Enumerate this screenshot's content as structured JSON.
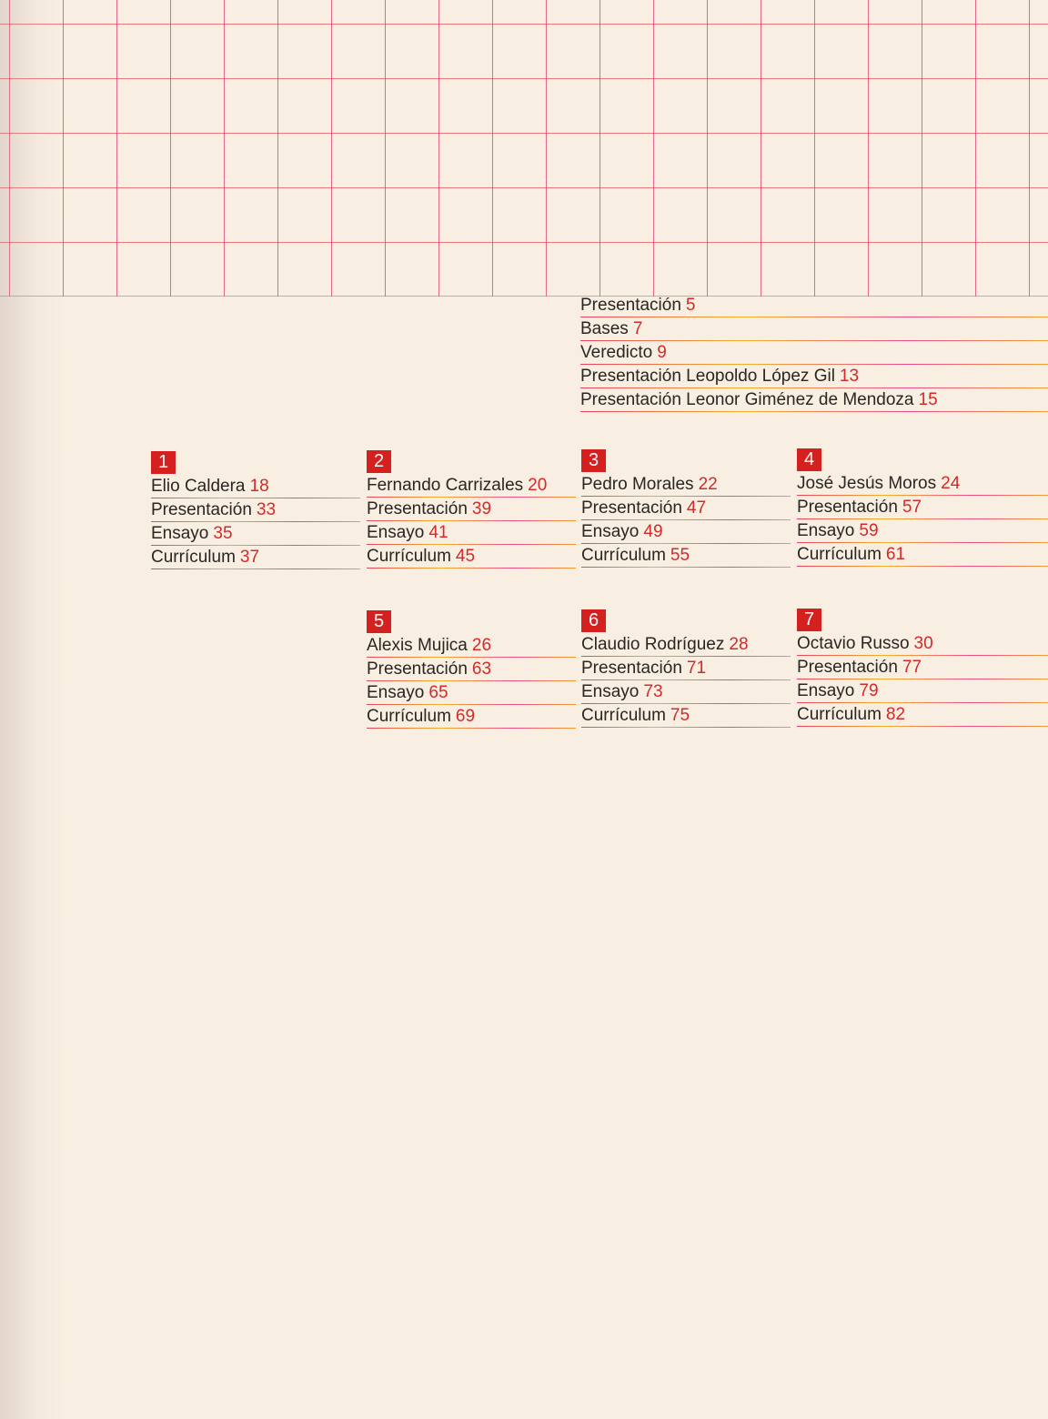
{
  "intro": [
    {
      "label": "Presentación",
      "page": "5"
    },
    {
      "label": "Bases",
      "page": "7"
    },
    {
      "label": "Veredicto",
      "page": "9"
    },
    {
      "label": "Presentación Leopoldo López Gil",
      "page": "13"
    },
    {
      "label": "Presentación Leonor Giménez de Mendoza",
      "page": "15"
    }
  ],
  "artists": [
    {
      "num": "1",
      "entries": [
        {
          "label": "Elio Caldera",
          "page": "18"
        },
        {
          "label": "Presentación",
          "page": "33"
        },
        {
          "label": "Ensayo",
          "page": "35"
        },
        {
          "label": "Currículum",
          "page": "37"
        }
      ]
    },
    {
      "num": "2",
      "entries": [
        {
          "label": "Fernando Carrizales",
          "page": "20"
        },
        {
          "label": "Presentación",
          "page": "39"
        },
        {
          "label": "Ensayo",
          "page": "41"
        },
        {
          "label": "Currículum",
          "page": "45"
        }
      ]
    },
    {
      "num": "3",
      "entries": [
        {
          "label": "Pedro Morales",
          "page": "22"
        },
        {
          "label": "Presentación",
          "page": "47"
        },
        {
          "label": "Ensayo",
          "page": "49"
        },
        {
          "label": "Currículum",
          "page": "55"
        }
      ]
    },
    {
      "num": "4",
      "entries": [
        {
          "label": "José Jesús Moros",
          "page": "24"
        },
        {
          "label": "Presentación",
          "page": "57"
        },
        {
          "label": "Ensayo",
          "page": "59"
        },
        {
          "label": "Currículum",
          "page": "61"
        }
      ]
    },
    {
      "num": "5",
      "entries": [
        {
          "label": "Alexis Mujica",
          "page": "26"
        },
        {
          "label": "Presentación",
          "page": "63"
        },
        {
          "label": "Ensayo",
          "page": "65"
        },
        {
          "label": "Currículum",
          "page": "69"
        }
      ]
    },
    {
      "num": "6",
      "entries": [
        {
          "label": "Claudio Rodríguez",
          "page": "28"
        },
        {
          "label": "Presentación",
          "page": "71"
        },
        {
          "label": "Ensayo",
          "page": "73"
        },
        {
          "label": "Currículum",
          "page": "75"
        }
      ]
    },
    {
      "num": "7",
      "entries": [
        {
          "label": "Octavio Russo",
          "page": "30"
        },
        {
          "label": "Presentación",
          "page": "77"
        },
        {
          "label": "Ensayo",
          "page": "79"
        },
        {
          "label": "Currículum",
          "page": "82"
        }
      ]
    }
  ],
  "colors": {
    "accent": "#d4201e",
    "paper": "#f8eee1",
    "grid": "#e04070"
  }
}
